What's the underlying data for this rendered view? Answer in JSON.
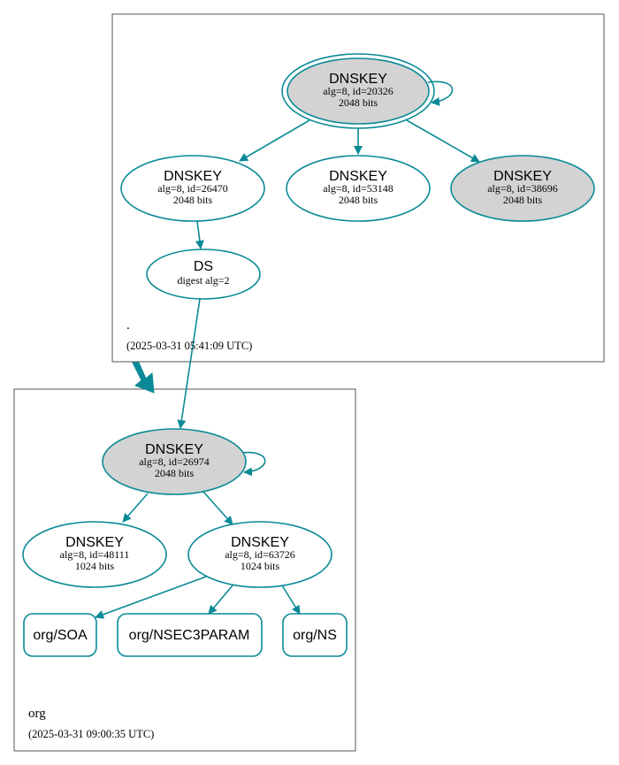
{
  "colors": {
    "edge": "#0a8a96",
    "frame": "#555555",
    "shaded": "#d3d3d3",
    "plain": "#ffffff"
  },
  "zones": {
    "root": {
      "name": ".",
      "timestamp": "(2025-03-31 05:41:09 UTC)"
    },
    "org": {
      "name": "org",
      "timestamp": "(2025-03-31 09:00:35 UTC)"
    }
  },
  "nodes": {
    "root_ksk": {
      "title": "DNSKEY",
      "detail": "alg=8, id=20326",
      "size": "2048 bits"
    },
    "root_zsk1": {
      "title": "DNSKEY",
      "detail": "alg=8, id=26470",
      "size": "2048 bits"
    },
    "root_zsk2": {
      "title": "DNSKEY",
      "detail": "alg=8, id=53148",
      "size": "2048 bits"
    },
    "root_zsk3": {
      "title": "DNSKEY",
      "detail": "alg=8, id=38696",
      "size": "2048 bits"
    },
    "ds": {
      "title": "DS",
      "detail": "digest alg=2"
    },
    "org_ksk": {
      "title": "DNSKEY",
      "detail": "alg=8, id=26974",
      "size": "2048 bits"
    },
    "org_zsk1": {
      "title": "DNSKEY",
      "detail": "alg=8, id=48111",
      "size": "1024 bits"
    },
    "org_zsk2": {
      "title": "DNSKEY",
      "detail": "alg=8, id=63726",
      "size": "1024 bits"
    },
    "org_soa": {
      "title": "org/SOA"
    },
    "org_nsec3param": {
      "title": "org/NSEC3PARAM"
    },
    "org_ns": {
      "title": "org/NS"
    }
  }
}
